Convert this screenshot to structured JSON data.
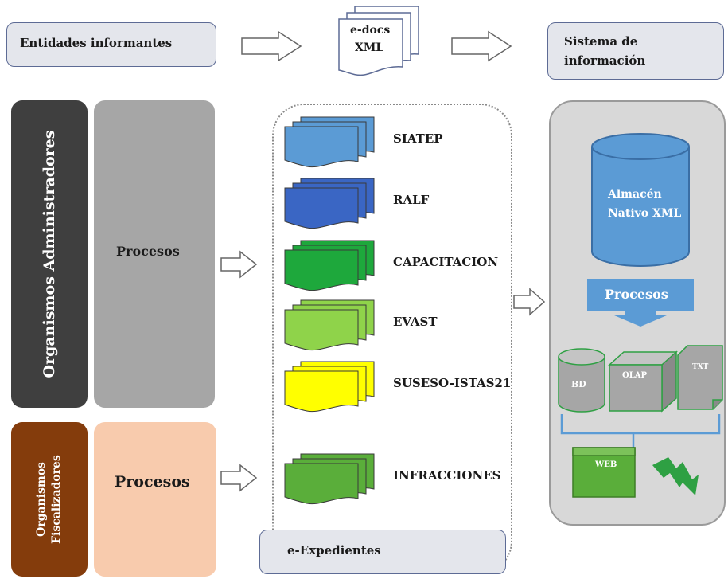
{
  "top": {
    "entidades": "Entidades informantes",
    "edocs_line1": "e-docs",
    "edocs_line2": "XML",
    "sistema_line1": "Sistema de",
    "sistema_line2": "información"
  },
  "left": {
    "administradores_title": "Organismos Administradores",
    "administradores_procesos": "Procesos",
    "fiscalizadores_line1": "Organismos",
    "fiscalizadores_line2": "Fiscalizadores",
    "fiscalizadores_procesos": "Procesos"
  },
  "expedientes": {
    "items": [
      {
        "label": "SIATEP",
        "color": "#5b9bd5"
      },
      {
        "label": "RALF",
        "color": "#3a66c4"
      },
      {
        "label": "CAPACITACION",
        "color": "#1ea83c"
      },
      {
        "label": "EVAST",
        "color": "#8fd34a"
      },
      {
        "label": "SUSESO-ISTAS21",
        "color": "#ffff00"
      },
      {
        "label": "INFRACCIONES",
        "color": "#5aae3a"
      }
    ],
    "container_label": "e-Expedientes"
  },
  "sistema": {
    "almacen_line1": "Almacén",
    "almacen_line2": "Nativo XML",
    "procesos": "Procesos",
    "bd": "BD",
    "olap": "OLAP",
    "txt": "TXT",
    "web": "WEB"
  },
  "colors": {
    "admin_dark": "#3f3f3f",
    "admin_light": "#a6a6a6",
    "fisc_dark": "#843c0c",
    "fisc_light": "#f8cbad",
    "blue": "#5b9bd5",
    "green": "#2ea043"
  }
}
